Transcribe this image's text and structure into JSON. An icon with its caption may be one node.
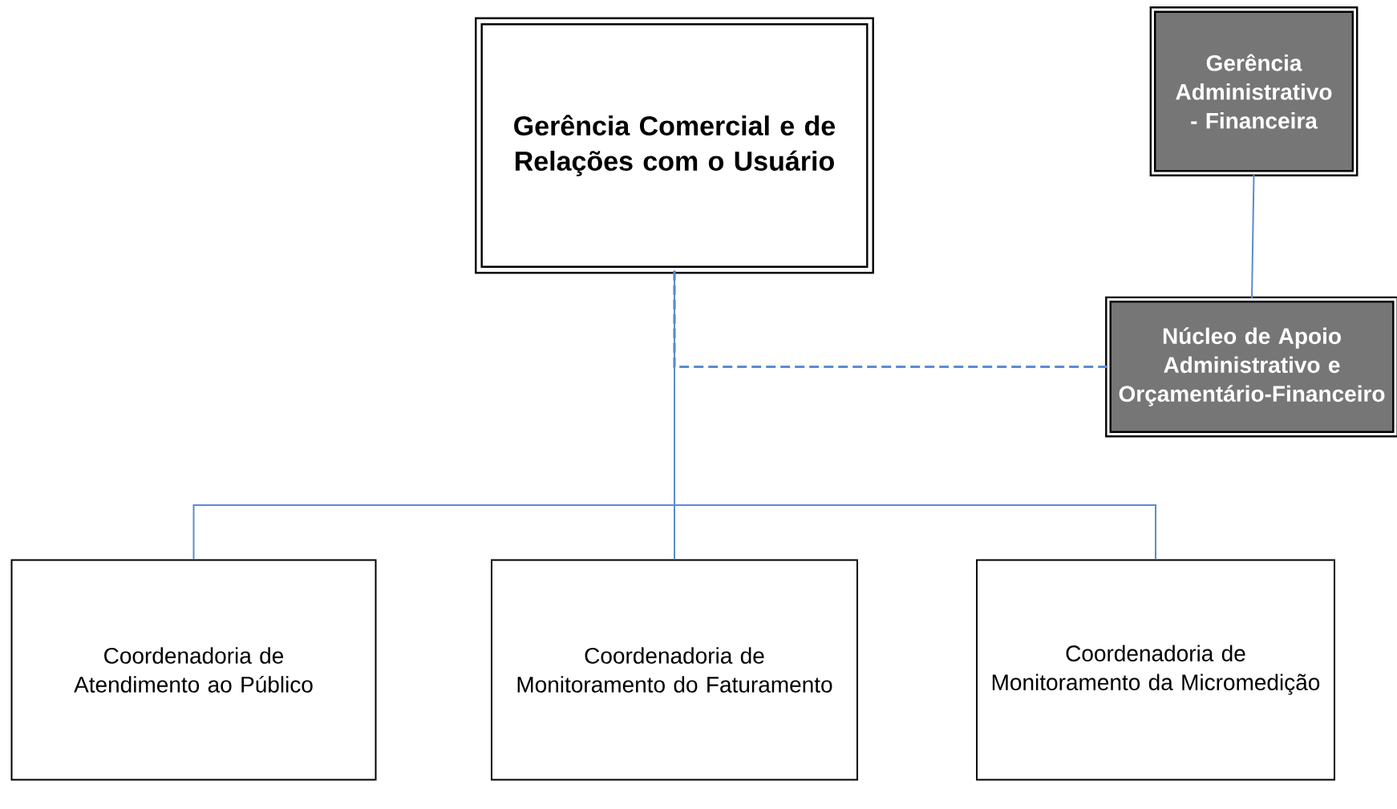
{
  "diagram": {
    "nodes": [
      {
        "text": [
          "Gerência Comercial e de Relações com o Usuário"
        ]
      },
      {
        "text": [
          "Gerência Administrativo - Financeira"
        ]
      },
      {
        "text": [
          "Núcleo de Apoio Administrativo e Orçamentário-Financeiro"
        ]
      },
      {
        "text": [
          "Coordenadoria de Atendimento ao Público"
        ]
      },
      {
        "text": [
          "Coordenadoria de Monitoramento do Faturamento"
        ]
      },
      {
        "text": [
          "Coordenadoria de Monitoramento da Micromedição"
        ]
      }
    ],
    "edges": [
      {
        "from": 1,
        "to": 2,
        "arrow": "none"
      },
      {
        "from": 0,
        "to": 2,
        "arrow": "none",
        "style": "dashed"
      },
      {
        "from": 0,
        "to": 3,
        "arrow": "none"
      },
      {
        "from": 0,
        "to": 4,
        "arrow": "none"
      },
      {
        "from": 0,
        "to": 5,
        "arrow": "none"
      }
    ]
  }
}
